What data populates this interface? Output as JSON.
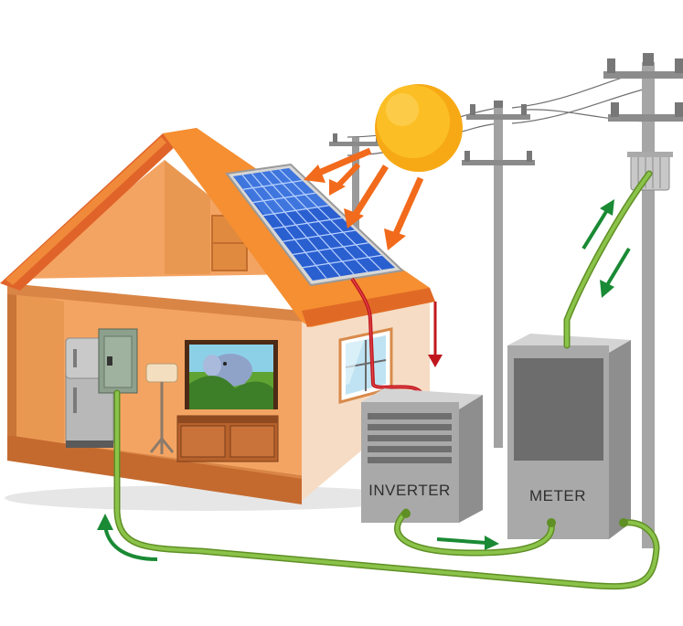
{
  "labels": {
    "inverter": "INVERTER",
    "meter": "METER"
  },
  "colors": {
    "wire": "#8bc34a",
    "dc_wire": "#c0171e",
    "flow_arrow": "#1a8a34",
    "sun_ray": "#f26a1b",
    "sun": "#f7b617",
    "panel": "#2a5fd0",
    "roof": "#f08a2e",
    "wall": "#f6b27a",
    "device_body": "#a9a9a9"
  },
  "icons": {
    "solar_panel": "solar-panel-icon",
    "sun": "sun-icon",
    "inverter": "inverter-box",
    "meter": "meter-box",
    "utility_pole": "utility-pole-icon"
  }
}
